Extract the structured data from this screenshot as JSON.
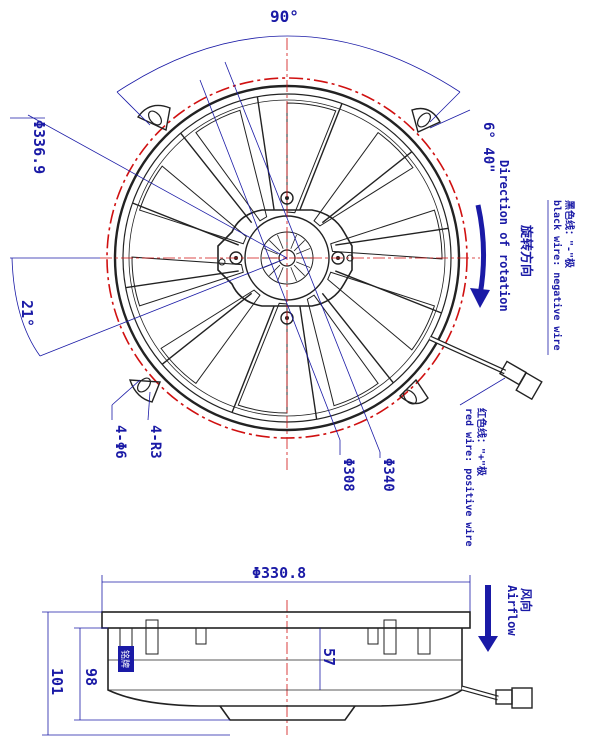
{
  "top_view": {
    "angle_90": "90°",
    "angle_6_40": "6° 40\"",
    "angle_21": "21°",
    "dia_336_9": "Φ336.9",
    "dia_308": "Φ308",
    "dia_340": "Φ340",
    "holes_4_phi6": "4-Φ6",
    "holes_4_r3": "4-R3",
    "rotation_cn": "旋转方向",
    "rotation_en": "Direction of rotation",
    "black_wire_cn": "黑色线：\"-\"极",
    "black_wire_en": "black wire: negative wire",
    "red_wire_cn": "红色线：\"+\"极",
    "red_wire_en": "red wire: positive wire"
  },
  "side_view": {
    "dia_330_8": "Φ330.8",
    "dim_101": "101",
    "dim_98": "98",
    "dim_57": "57",
    "airflow_cn": "风向",
    "airflow_en": "Airflow",
    "label_box": "铭牌"
  },
  "colors": {
    "dimension": "#1a1aa6",
    "outline": "#222222",
    "centerline": "#d01010"
  }
}
